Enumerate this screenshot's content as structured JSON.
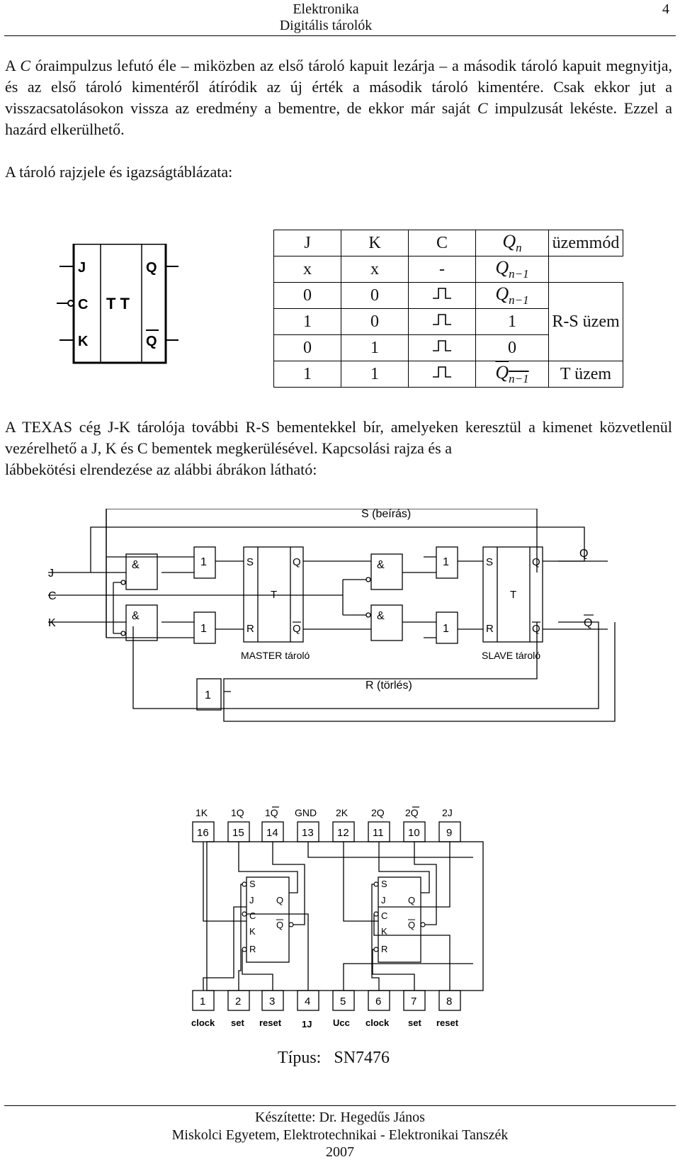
{
  "header": {
    "title": "Elektronika",
    "subtitle": "Digitális tárolók",
    "page_number": "4"
  },
  "paragraph1": {
    "p1": "A ",
    "c1": "C",
    "p2": " óraimpulzus lefutó éle – miközben az első tároló kapuit lezárja – a második tároló kapuit megnyitja, és az első tároló kimentéről átíródik az új érték a második tároló kimentére. Csak ekkor jut a visszacsatolásokon vissza az eredmény a bementre, de ekkor már saját ",
    "c2": "C",
    "p3": " impulzusát lekéste. Ezzel a hazárd elkerülhető."
  },
  "caption1": "A tároló rajzjele és igazságtáblázata:",
  "symbol": {
    "pin_j": "J",
    "pin_c": "C",
    "pin_k": "K",
    "center": "T T",
    "out_q": "Q",
    "out_qbar": "Q"
  },
  "truth_table": {
    "headers": [
      "J",
      "K",
      "C"
    ],
    "q_head": "Q",
    "q_head_sub": "n",
    "mode_head": "üzemmód",
    "rows": [
      {
        "j": "x",
        "k": "x",
        "c": "-"
      },
      {
        "j": "0",
        "k": "0"
      },
      {
        "j": "1",
        "k": "0",
        "q": "1"
      },
      {
        "j": "0",
        "k": "1",
        "q": "0"
      },
      {
        "j": "1",
        "k": "1"
      }
    ],
    "q_prev": "Q",
    "q_prev_sub": "n−1",
    "mode_rs": "R-S üzem",
    "mode_t": "T üzem"
  },
  "paragraph2": {
    "text": "A TEXAS cég J-K tárolója további R-S bementekkel bír, amelyeken keresztül a kimenet közvetlenül vezérelhető a J, K és C bementek megkerülésével. Kapcsolási rajza és a",
    "last": "lábbekötési elrendezése az alábbi ábrákon látható:"
  },
  "circuit": {
    "in_j": "J",
    "in_c": "C",
    "in_k": "K",
    "and_sym": "&",
    "or_sym": "1",
    "s": "S",
    "r": "R",
    "q": "Q",
    "qbar": "Q",
    "t": "T",
    "s_label": "S (beírás)",
    "r_label": "R (törlés)",
    "master": "MASTER tároló",
    "slave": "SLAVE tároló",
    "out_q": "Q",
    "out_qbar": "Q"
  },
  "ic": {
    "top_labels": [
      "1K",
      "1Q",
      "1Q",
      "GND",
      "2K",
      "2Q",
      "2Q",
      "2J"
    ],
    "top_pins": [
      "16",
      "15",
      "14",
      "13",
      "12",
      "11",
      "10",
      "9"
    ],
    "bottom_pins": [
      "1",
      "2",
      "3",
      "4",
      "5",
      "6",
      "7",
      "8"
    ],
    "bottom_labels": [
      "clock",
      "set",
      "reset",
      "1J",
      "Ucc",
      "clock",
      "set",
      "reset"
    ],
    "ff_pins": {
      "s": "S",
      "j": "J",
      "c": "C",
      "k": "K",
      "r": "R",
      "q": "Q",
      "qbar": "Q"
    }
  },
  "type_label": "Típus:",
  "type_value": "SN7476",
  "footer": {
    "author": "Készítette: Dr. Hegedűs János",
    "institution": "Miskolci Egyetem, Elektrotechnikai - Elektronikai Tanszék",
    "year": "2007"
  }
}
